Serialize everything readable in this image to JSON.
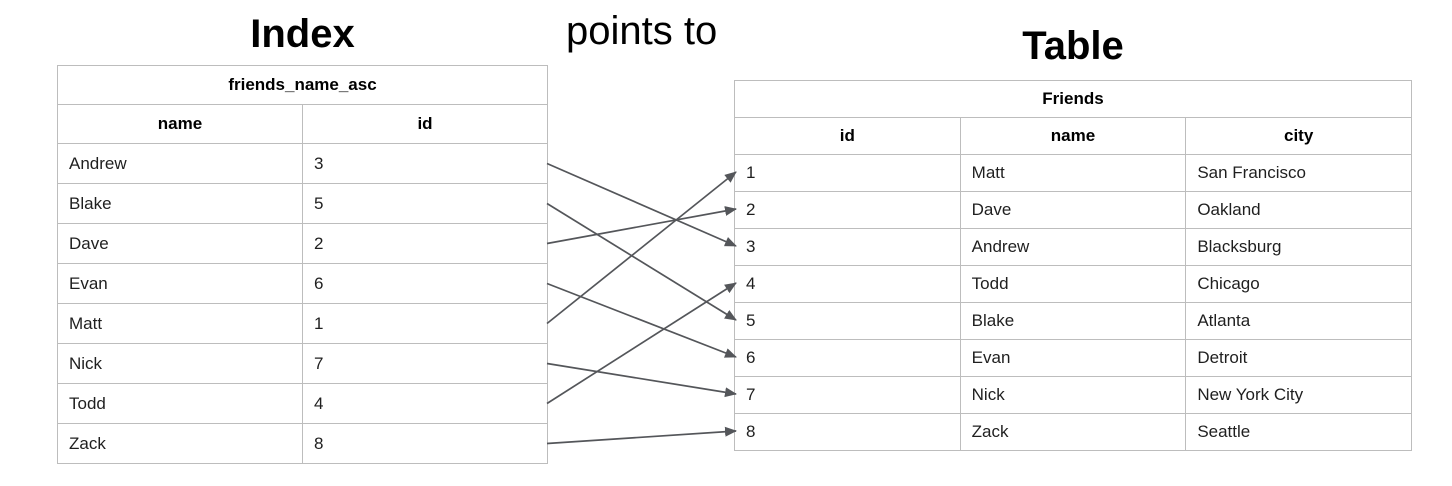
{
  "titles": {
    "index": "Index",
    "points_to": "points to",
    "table": "Table"
  },
  "index_table": {
    "title": "friends_name_asc",
    "columns": [
      "name",
      "id"
    ],
    "rows": [
      [
        "Andrew",
        "3"
      ],
      [
        "Blake",
        "5"
      ],
      [
        "Dave",
        "2"
      ],
      [
        "Evan",
        "6"
      ],
      [
        "Matt",
        "1"
      ],
      [
        "Nick",
        "7"
      ],
      [
        "Todd",
        "4"
      ],
      [
        "Zack",
        "8"
      ]
    ]
  },
  "friends_table": {
    "title": "Friends",
    "columns": [
      "id",
      "name",
      "city"
    ],
    "rows": [
      [
        "1",
        "Matt",
        "San Francisco"
      ],
      [
        "2",
        "Dave",
        "Oakland"
      ],
      [
        "3",
        "Andrew",
        "Blacksburg"
      ],
      [
        "4",
        "Todd",
        "Chicago"
      ],
      [
        "5",
        "Blake",
        "Atlanta"
      ],
      [
        "6",
        "Evan",
        "Detroit"
      ],
      [
        "7",
        "Nick",
        "New York City"
      ],
      [
        "8",
        "Zack",
        "Seattle"
      ]
    ]
  },
  "arrows": {
    "pairs": [
      {
        "from_name": "Andrew",
        "to_id": "3"
      },
      {
        "from_name": "Blake",
        "to_id": "5"
      },
      {
        "from_name": "Dave",
        "to_id": "2"
      },
      {
        "from_name": "Evan",
        "to_id": "6"
      },
      {
        "from_name": "Matt",
        "to_id": "1"
      },
      {
        "from_name": "Nick",
        "to_id": "7"
      },
      {
        "from_name": "Todd",
        "to_id": "4"
      },
      {
        "from_name": "Zack",
        "to_id": "8"
      }
    ]
  },
  "colors": {
    "arrow": "#54565a",
    "border": "#bdbdbd",
    "text": "#1f1f1f",
    "title": "#000000"
  }
}
